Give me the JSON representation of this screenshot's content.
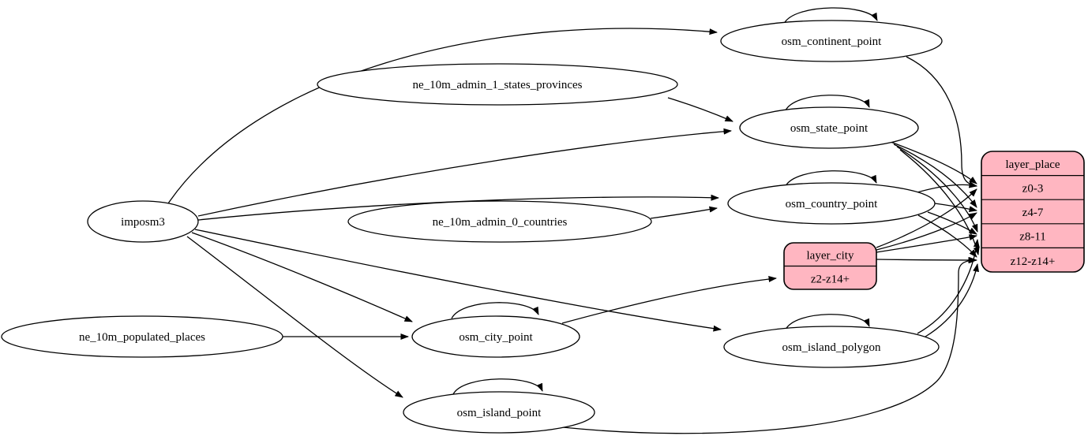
{
  "diagram": {
    "type": "etl-graph",
    "colors": {
      "background": "#ffffff",
      "node_fill": "#ffffff",
      "record_fill": "#ffb6c1",
      "stroke": "#000000"
    },
    "nodes": {
      "imposm3": "imposm3",
      "ne_10m_admin_1_states_provinces": "ne_10m_admin_1_states_provinces",
      "ne_10m_admin_0_countries": "ne_10m_admin_0_countries",
      "ne_10m_populated_places": "ne_10m_populated_places",
      "osm_continent_point": "osm_continent_point",
      "osm_state_point": "osm_state_point",
      "osm_country_point": "osm_country_point",
      "osm_city_point": "osm_city_point",
      "osm_island_polygon": "osm_island_polygon",
      "osm_island_point": "osm_island_point"
    },
    "records": {
      "layer_place": {
        "title": "layer_place",
        "rows": [
          "z0-3",
          "z4-7",
          "z8-11",
          "z12-z14+"
        ]
      },
      "layer_city": {
        "title": "layer_city",
        "rows": [
          "z2-z14+"
        ]
      }
    },
    "edges": [
      {
        "from": "imposm3",
        "to": "osm_continent_point"
      },
      {
        "from": "imposm3",
        "to": "osm_state_point"
      },
      {
        "from": "imposm3",
        "to": "osm_country_point"
      },
      {
        "from": "imposm3",
        "to": "osm_city_point"
      },
      {
        "from": "imposm3",
        "to": "osm_island_polygon"
      },
      {
        "from": "imposm3",
        "to": "osm_island_point"
      },
      {
        "from": "ne_10m_admin_1_states_provinces",
        "to": "osm_state_point"
      },
      {
        "from": "ne_10m_admin_0_countries",
        "to": "osm_country_point"
      },
      {
        "from": "ne_10m_populated_places",
        "to": "osm_city_point"
      },
      {
        "from": "osm_continent_point",
        "to": "osm_continent_point"
      },
      {
        "from": "osm_state_point",
        "to": "osm_state_point"
      },
      {
        "from": "osm_country_point",
        "to": "osm_country_point"
      },
      {
        "from": "osm_city_point",
        "to": "osm_city_point"
      },
      {
        "from": "osm_island_polygon",
        "to": "osm_island_polygon"
      },
      {
        "from": "osm_island_point",
        "to": "osm_island_point"
      },
      {
        "from": "osm_continent_point",
        "to": "layer_place:z0-3"
      },
      {
        "from": "osm_country_point",
        "to": "layer_place:z0-3"
      },
      {
        "from": "osm_country_point",
        "to": "layer_place:z4-7"
      },
      {
        "from": "osm_country_point",
        "to": "layer_place:z8-11"
      },
      {
        "from": "osm_country_point",
        "to": "layer_place:z12-z14+"
      },
      {
        "from": "osm_state_point",
        "to": "layer_place:z0-3"
      },
      {
        "from": "osm_state_point",
        "to": "layer_place:z4-7"
      },
      {
        "from": "osm_state_point",
        "to": "layer_place:z8-11"
      },
      {
        "from": "osm_state_point",
        "to": "layer_place:z12-z14+"
      },
      {
        "from": "osm_island_polygon",
        "to": "layer_place:z8-11"
      },
      {
        "from": "osm_island_polygon",
        "to": "layer_place:z12-z14+"
      },
      {
        "from": "osm_island_point",
        "to": "layer_place:z12-z14+"
      },
      {
        "from": "osm_city_point",
        "to": "layer_city:z2-z14+"
      },
      {
        "from": "layer_city",
        "to": "layer_place:z0-3"
      },
      {
        "from": "layer_city",
        "to": "layer_place:z4-7"
      },
      {
        "from": "layer_city",
        "to": "layer_place:z8-11"
      },
      {
        "from": "layer_city",
        "to": "layer_place:z12-z14+"
      }
    ]
  }
}
